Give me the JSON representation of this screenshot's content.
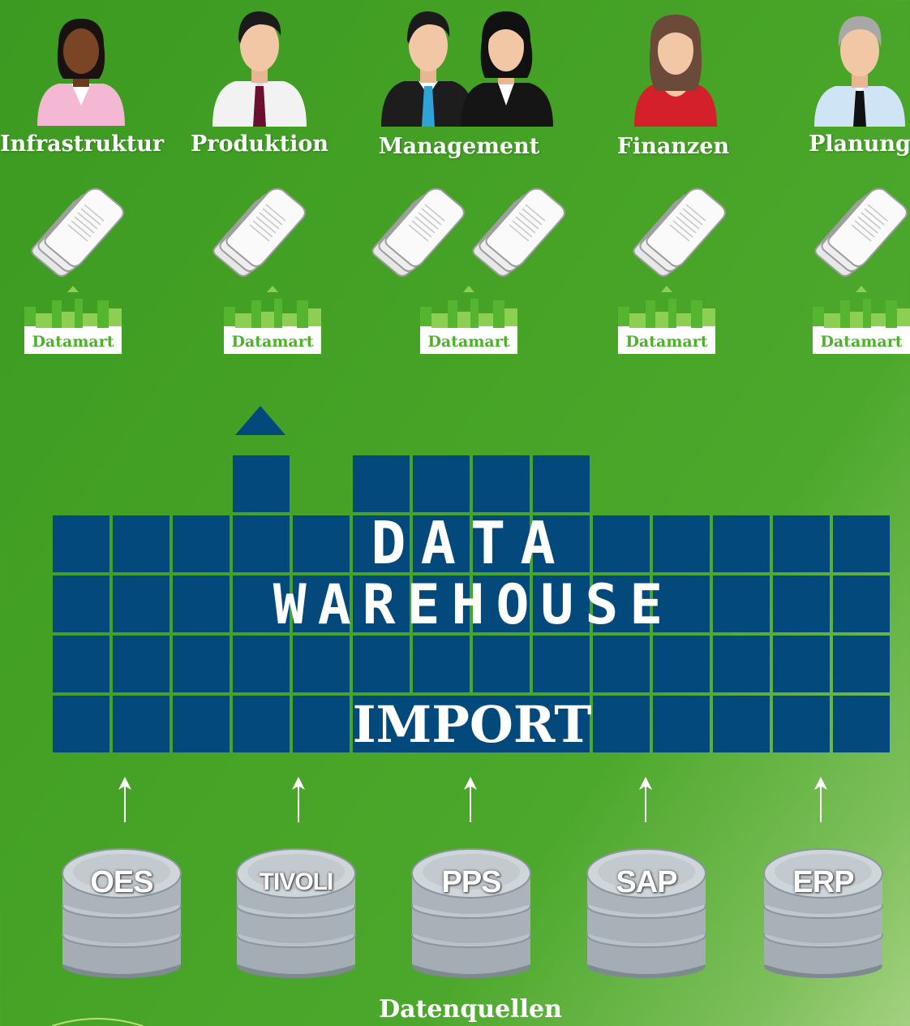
{
  "roles": [
    {
      "label": "Infrastruktur"
    },
    {
      "label": "Produktion"
    },
    {
      "label": "Management"
    },
    {
      "label": "Finanzen"
    },
    {
      "label": "Planung"
    }
  ],
  "datamart_label": "Datamart",
  "warehouse": {
    "line1": "DATA",
    "line2": "WAREHOUSE",
    "import_label": "IMPORT"
  },
  "sources": [
    {
      "label": "OES"
    },
    {
      "label": "TIVOLI"
    },
    {
      "label": "PPS"
    },
    {
      "label": "SAP"
    },
    {
      "label": "ERP"
    }
  ],
  "footer": {
    "label": "Datenquellen"
  },
  "colors": {
    "background": "#46a326",
    "warehouse_blue": "#03497c",
    "datamart_green": "#4eb02b"
  }
}
